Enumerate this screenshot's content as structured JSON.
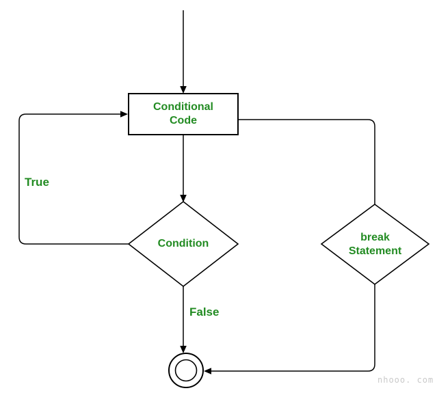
{
  "diagram": {
    "accent_color": "#228B22",
    "line_color": "#000000",
    "watermark_color": "#c9c9c9",
    "nodes": {
      "conditional_code": {
        "label": "Conditional Code",
        "type": "process"
      },
      "condition": {
        "label": "Condition",
        "type": "decision"
      },
      "break_statement": {
        "label": "break Statement",
        "type": "decision"
      },
      "end_terminal": {
        "label": "",
        "type": "end-state"
      }
    },
    "edges": {
      "true_label": "True",
      "false_label": "False"
    },
    "watermark": "nhooo. com"
  }
}
